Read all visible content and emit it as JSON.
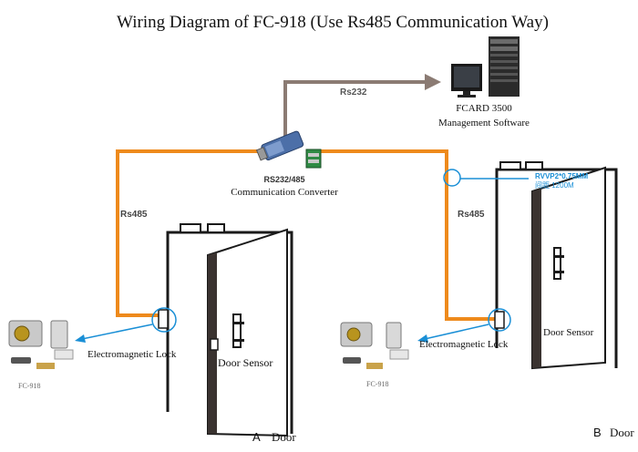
{
  "title": "Wiring Diagram of FC-918  (Use Rs485 Communication Way)",
  "links": {
    "rs232": "Rs232",
    "rs485_left": "Rs485",
    "rs485_right": "Rs485"
  },
  "computer": {
    "name": "FCARD 3500",
    "subtitle": "Management Software"
  },
  "converter": {
    "model": "RS232/485",
    "name": "Communication Converter"
  },
  "cable_note": {
    "line1": "RVVP2*0.75MM",
    "line2": "间距 1200M",
    "color": "#1a8fd6"
  },
  "door_a": {
    "lock_label": "Electromagnetic Lock",
    "sensor_label": "Door Sensor",
    "controller_label": "FC-918",
    "door_letter": "A",
    "door_word": "Door"
  },
  "door_b": {
    "lock_label": "Electromagnetic Lock",
    "sensor_label": "Door Sensor",
    "controller_label": "FC-918",
    "door_letter": "B",
    "door_word": "Door"
  },
  "colors": {
    "rs485_wire": "#ee8a1c",
    "rs232_wire": "#8b7b73",
    "pointer": "#1a8fd6",
    "door_panel": "#3a3330"
  }
}
